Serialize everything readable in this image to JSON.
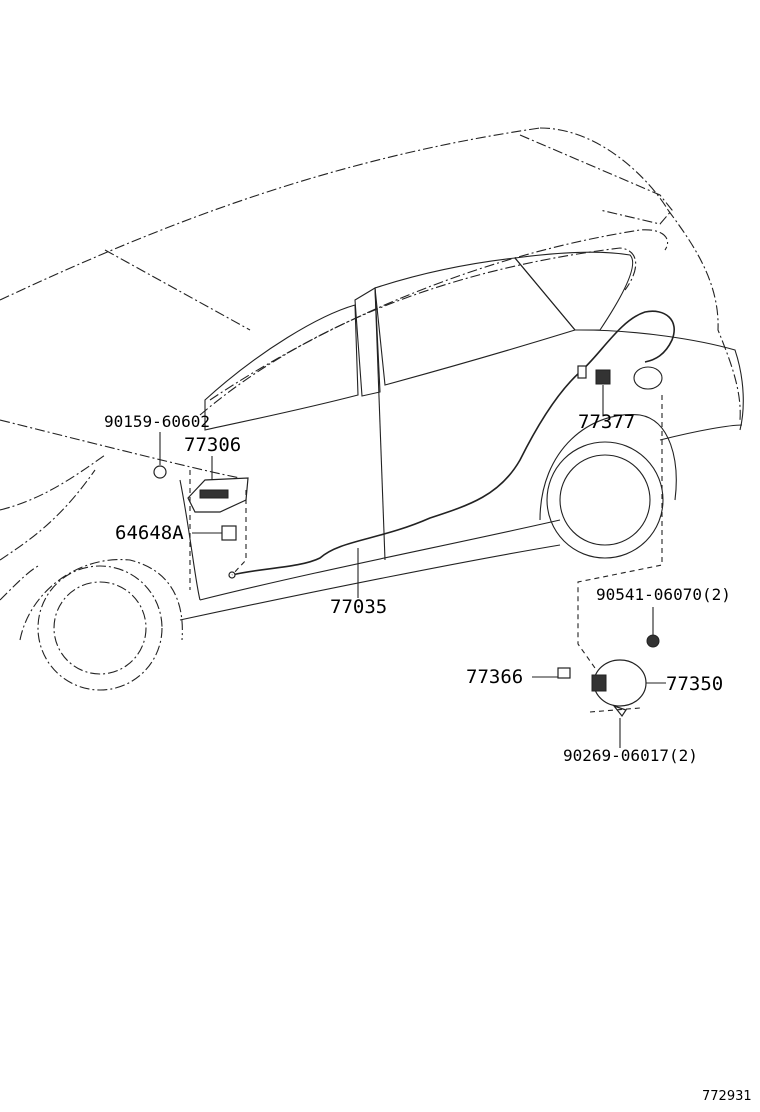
{
  "diagram": {
    "figure_id": "772931",
    "callouts": {
      "bolt_front": "90159-60602",
      "opener_lever": "77306",
      "cover": "64648A",
      "release_cable": "77035",
      "lock_assembly": "77377",
      "screw": "90541-06070(2)",
      "lid_hinge": "77366",
      "fuel_lid": "77350",
      "tapping_screw": "90269-06017(2)"
    }
  }
}
